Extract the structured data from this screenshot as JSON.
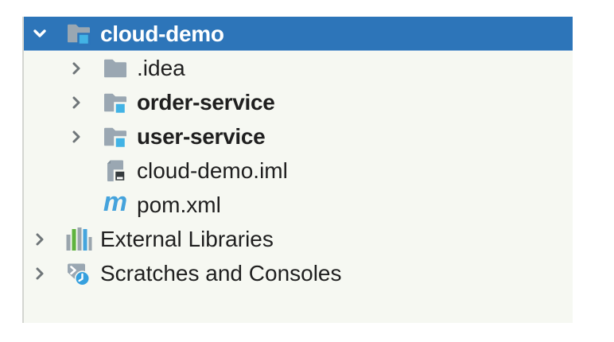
{
  "colors": {
    "selection_bg": "#2d75b9",
    "selection_text": "#ffffff",
    "panel_bg": "#f6f8f2",
    "panel_border": "#d4d6d1",
    "text": "#1f1f1f",
    "chevron": "#6f7679",
    "folder_gray": "#9aa7b2",
    "module_badge_blue": "#42b3e5",
    "iml_badge_dark": "#343a3d",
    "maven_blue": "#45a3dc",
    "library_green": "#5fb33e",
    "library_blue": "#45a5dd",
    "library_gray": "#9aa5ad",
    "clock_blue": "#36a0de"
  },
  "tree": {
    "items": [
      {
        "label": "cloud-demo",
        "icon": "module-folder-icon",
        "state": "expanded",
        "selected": true,
        "bold": true,
        "level": 0
      },
      {
        "label": ".idea",
        "icon": "folder-icon",
        "state": "collapsed",
        "selected": false,
        "bold": false,
        "level": 1
      },
      {
        "label": "order-service",
        "icon": "module-folder-icon",
        "state": "collapsed",
        "selected": false,
        "bold": true,
        "level": 1
      },
      {
        "label": "user-service",
        "icon": "module-folder-icon",
        "state": "collapsed",
        "selected": false,
        "bold": true,
        "level": 1
      },
      {
        "label": "cloud-demo.iml",
        "icon": "iml-file-icon",
        "state": "none",
        "selected": false,
        "bold": false,
        "level": 1
      },
      {
        "label": "pom.xml",
        "icon": "maven-icon",
        "state": "none",
        "selected": false,
        "bold": false,
        "level": 1,
        "glyph": "m"
      },
      {
        "label": "External Libraries",
        "icon": "external-libraries-icon",
        "state": "collapsed",
        "selected": false,
        "bold": false,
        "level": 0
      },
      {
        "label": "Scratches and Consoles",
        "icon": "scratches-icon",
        "state": "collapsed",
        "selected": false,
        "bold": false,
        "level": 0
      }
    ]
  }
}
